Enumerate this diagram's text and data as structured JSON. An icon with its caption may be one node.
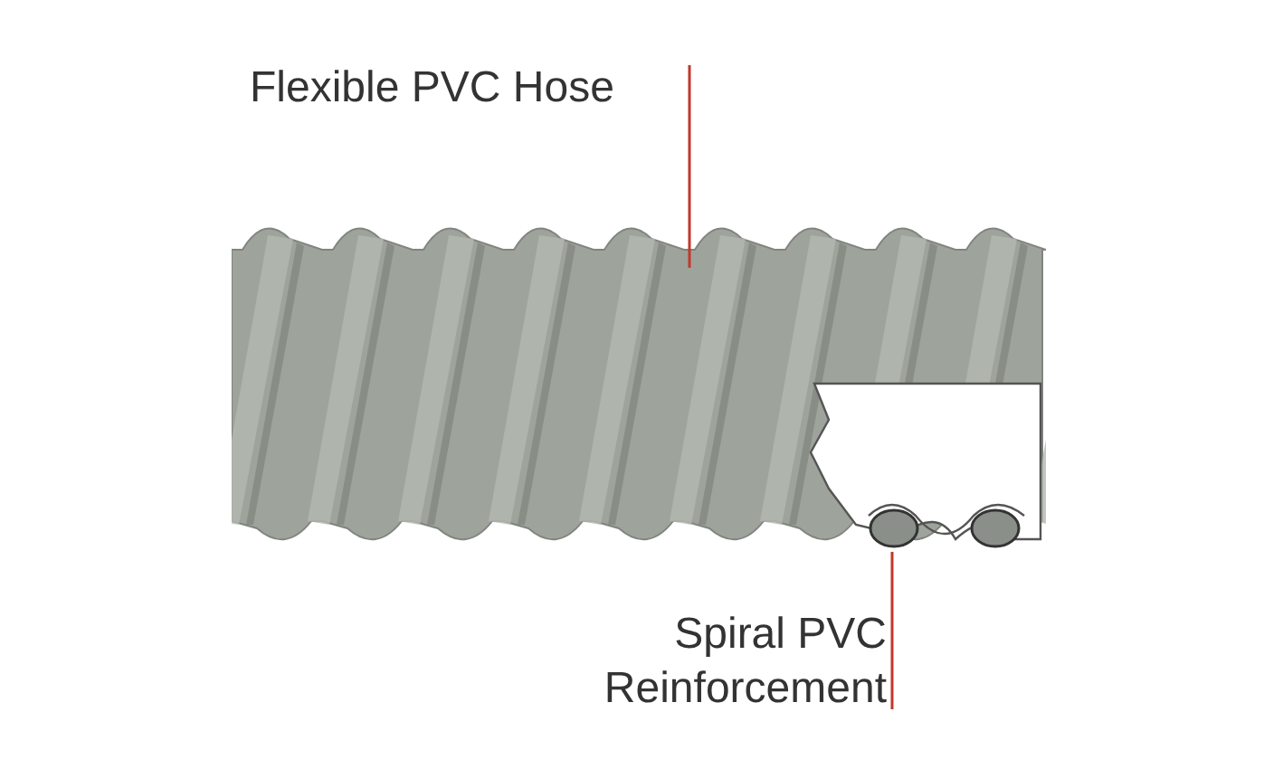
{
  "diagram": {
    "nodes": [
      {
        "text": [
          "Flexible PVC Hose"
        ]
      },
      {
        "text": [],
        "shape": "picture"
      },
      {
        "text": [
          "Spiral PVC Reinforcement"
        ]
      },
      {
        "text": [],
        "shape": "picture",
        "in": 1
      }
    ],
    "edges": [
      {
        "from": 0,
        "to": 1,
        "arrow": "none",
        "color": "#c0392b"
      },
      {
        "from": 2,
        "to": 3,
        "arrow": "none",
        "color": "#c0392b"
      }
    ]
  }
}
